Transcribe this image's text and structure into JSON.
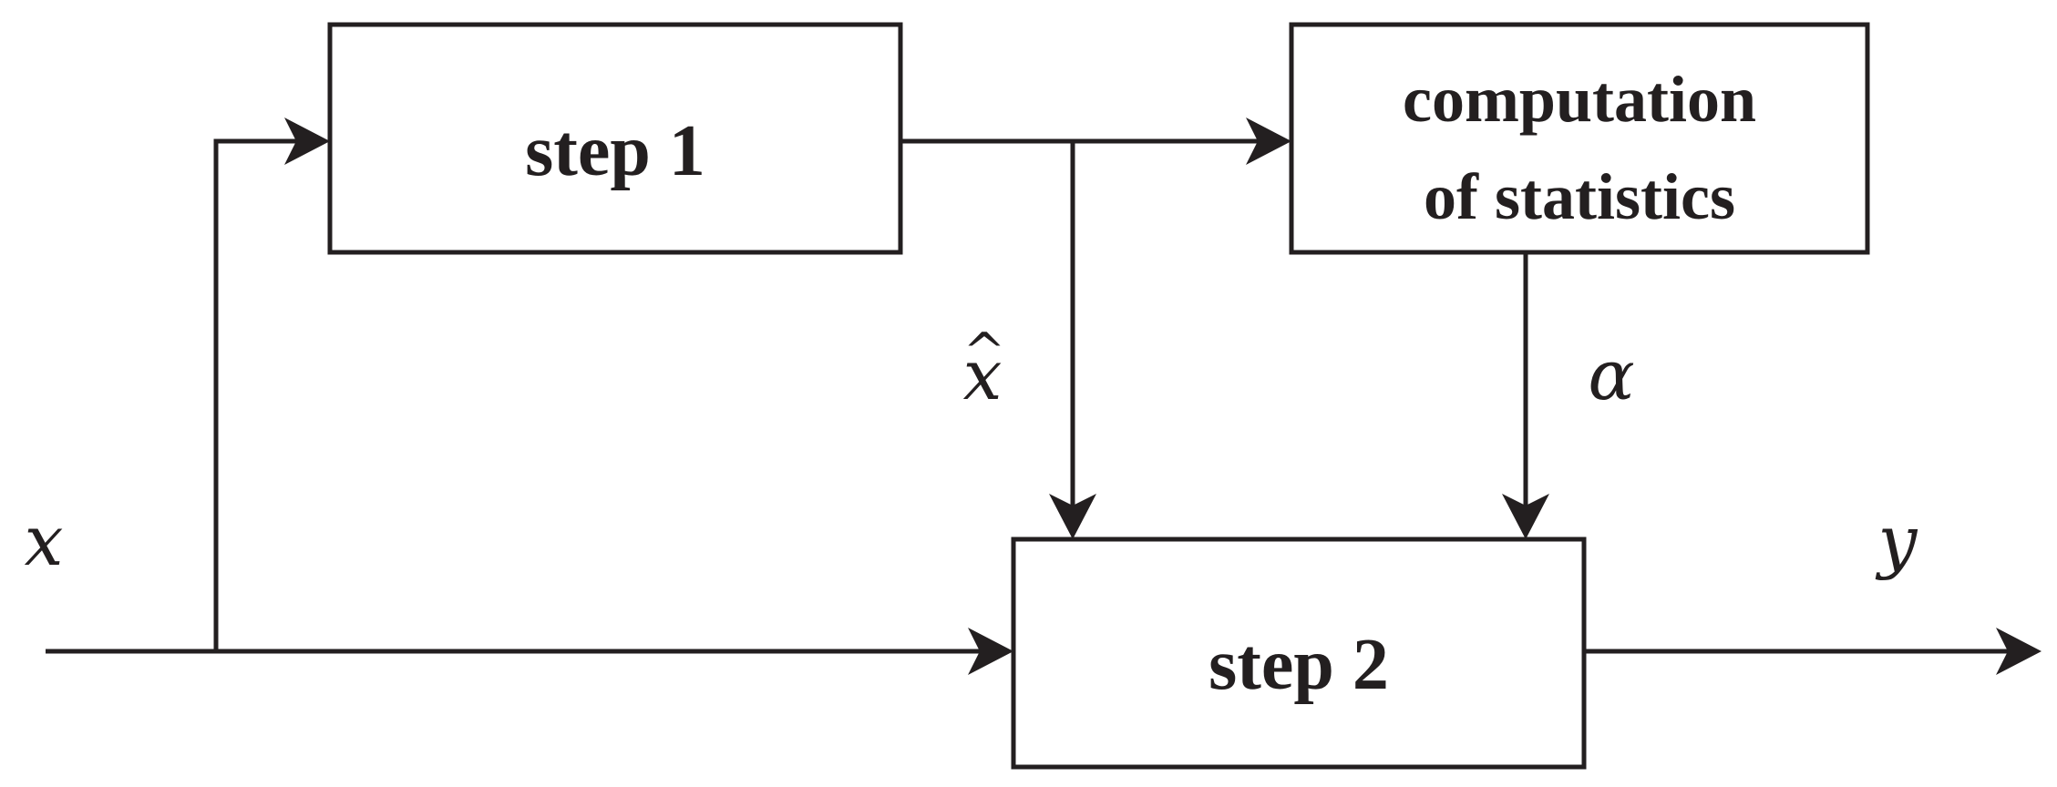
{
  "blocks": {
    "step1": "step 1",
    "stats_line1": "computation",
    "stats_line2": "of statistics",
    "step2": "step 2"
  },
  "signals": {
    "input": "x",
    "estimate_base": "x",
    "estimate_hat": "^",
    "alpha": "α",
    "output": "y"
  }
}
